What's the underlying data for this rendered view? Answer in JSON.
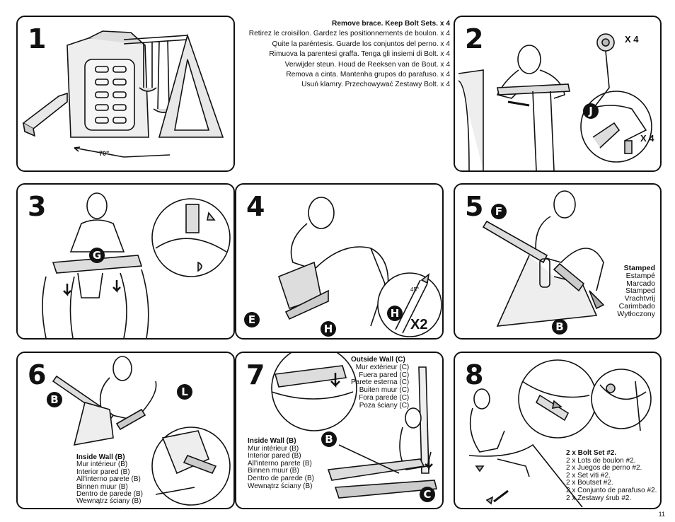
{
  "page_number": "11",
  "step1": {
    "number": "1",
    "dimension": "70\"",
    "instructions": [
      "Remove brace. Keep Bolt Sets. x 4",
      "Retirez le croisillon. Gardez les positionnements de boulon. x 4",
      "Quite la paréntesis. Guarde los conjuntos del perno. x 4",
      "Rimuova la parentesi graffa. Tenga gli insiemi di Bolt. x 4",
      "Verwijder steun. Houd de Reeksen van de Bout. x 4",
      "Remova a cinta. Mantenha grupos do parafuso. x 4",
      "Usuń klamry. Przechowywać Zestawy Bolt. x 4"
    ]
  },
  "step2": {
    "number": "2",
    "count_top": "X 4",
    "count_bottom": "X 4",
    "part_letter": "J"
  },
  "step3": {
    "number": "3",
    "part_letter": "G"
  },
  "step4": {
    "number": "4",
    "part_letter_e": "E",
    "part_letter_h": "H",
    "callout_letter": "H",
    "angle": "45°",
    "multiplier": "X2"
  },
  "step5": {
    "number": "5",
    "part_letter_f": "F",
    "part_letter_b": "B",
    "stamped": [
      "Stamped",
      "Estampé",
      "Marcado",
      "Stamped",
      "Vrachtvrij",
      "Carimbado",
      "Wytłoczony"
    ]
  },
  "step6": {
    "number": "6",
    "part_letter_b": "B",
    "part_letter_l": "L",
    "inside_wall": [
      "Inside Wall (B)",
      "Mur intérieur (B)",
      "Interior pared (B)",
      "All'interno parete (B)",
      "Binnen muur (B)",
      "Dentro de parede (B)",
      "Wewnątrz ściany (B)"
    ]
  },
  "step7": {
    "number": "7",
    "part_letter_b": "B",
    "part_letter_c": "C",
    "outside_wall": [
      "Outside Wall (C)",
      "Mur extérieur (C)",
      "Fuera pared (C)",
      "Parete esterna (C)",
      "Buiten muur (C)",
      "Fora parede (C)",
      "Poza ściany (C)"
    ],
    "inside_wall": [
      "Inside Wall (B)",
      "Mur intérieur (B)",
      "Interior pared (B)",
      "All'interno parete (B)",
      "Binnen muur (B)",
      "Dentro de parede (B)",
      "Wewnątrz ściany (B)"
    ]
  },
  "step8": {
    "number": "8",
    "bolt_set": [
      "2 x Bolt Set #2.",
      "2 x Lots de boulon #2.",
      "2 x Juegos de perno #2.",
      "2 x Set viti #2.",
      "2 x Boutset #2.",
      "2 x Conjunto de parafuso #2.",
      "2 x Zestawy śrub #2."
    ]
  }
}
